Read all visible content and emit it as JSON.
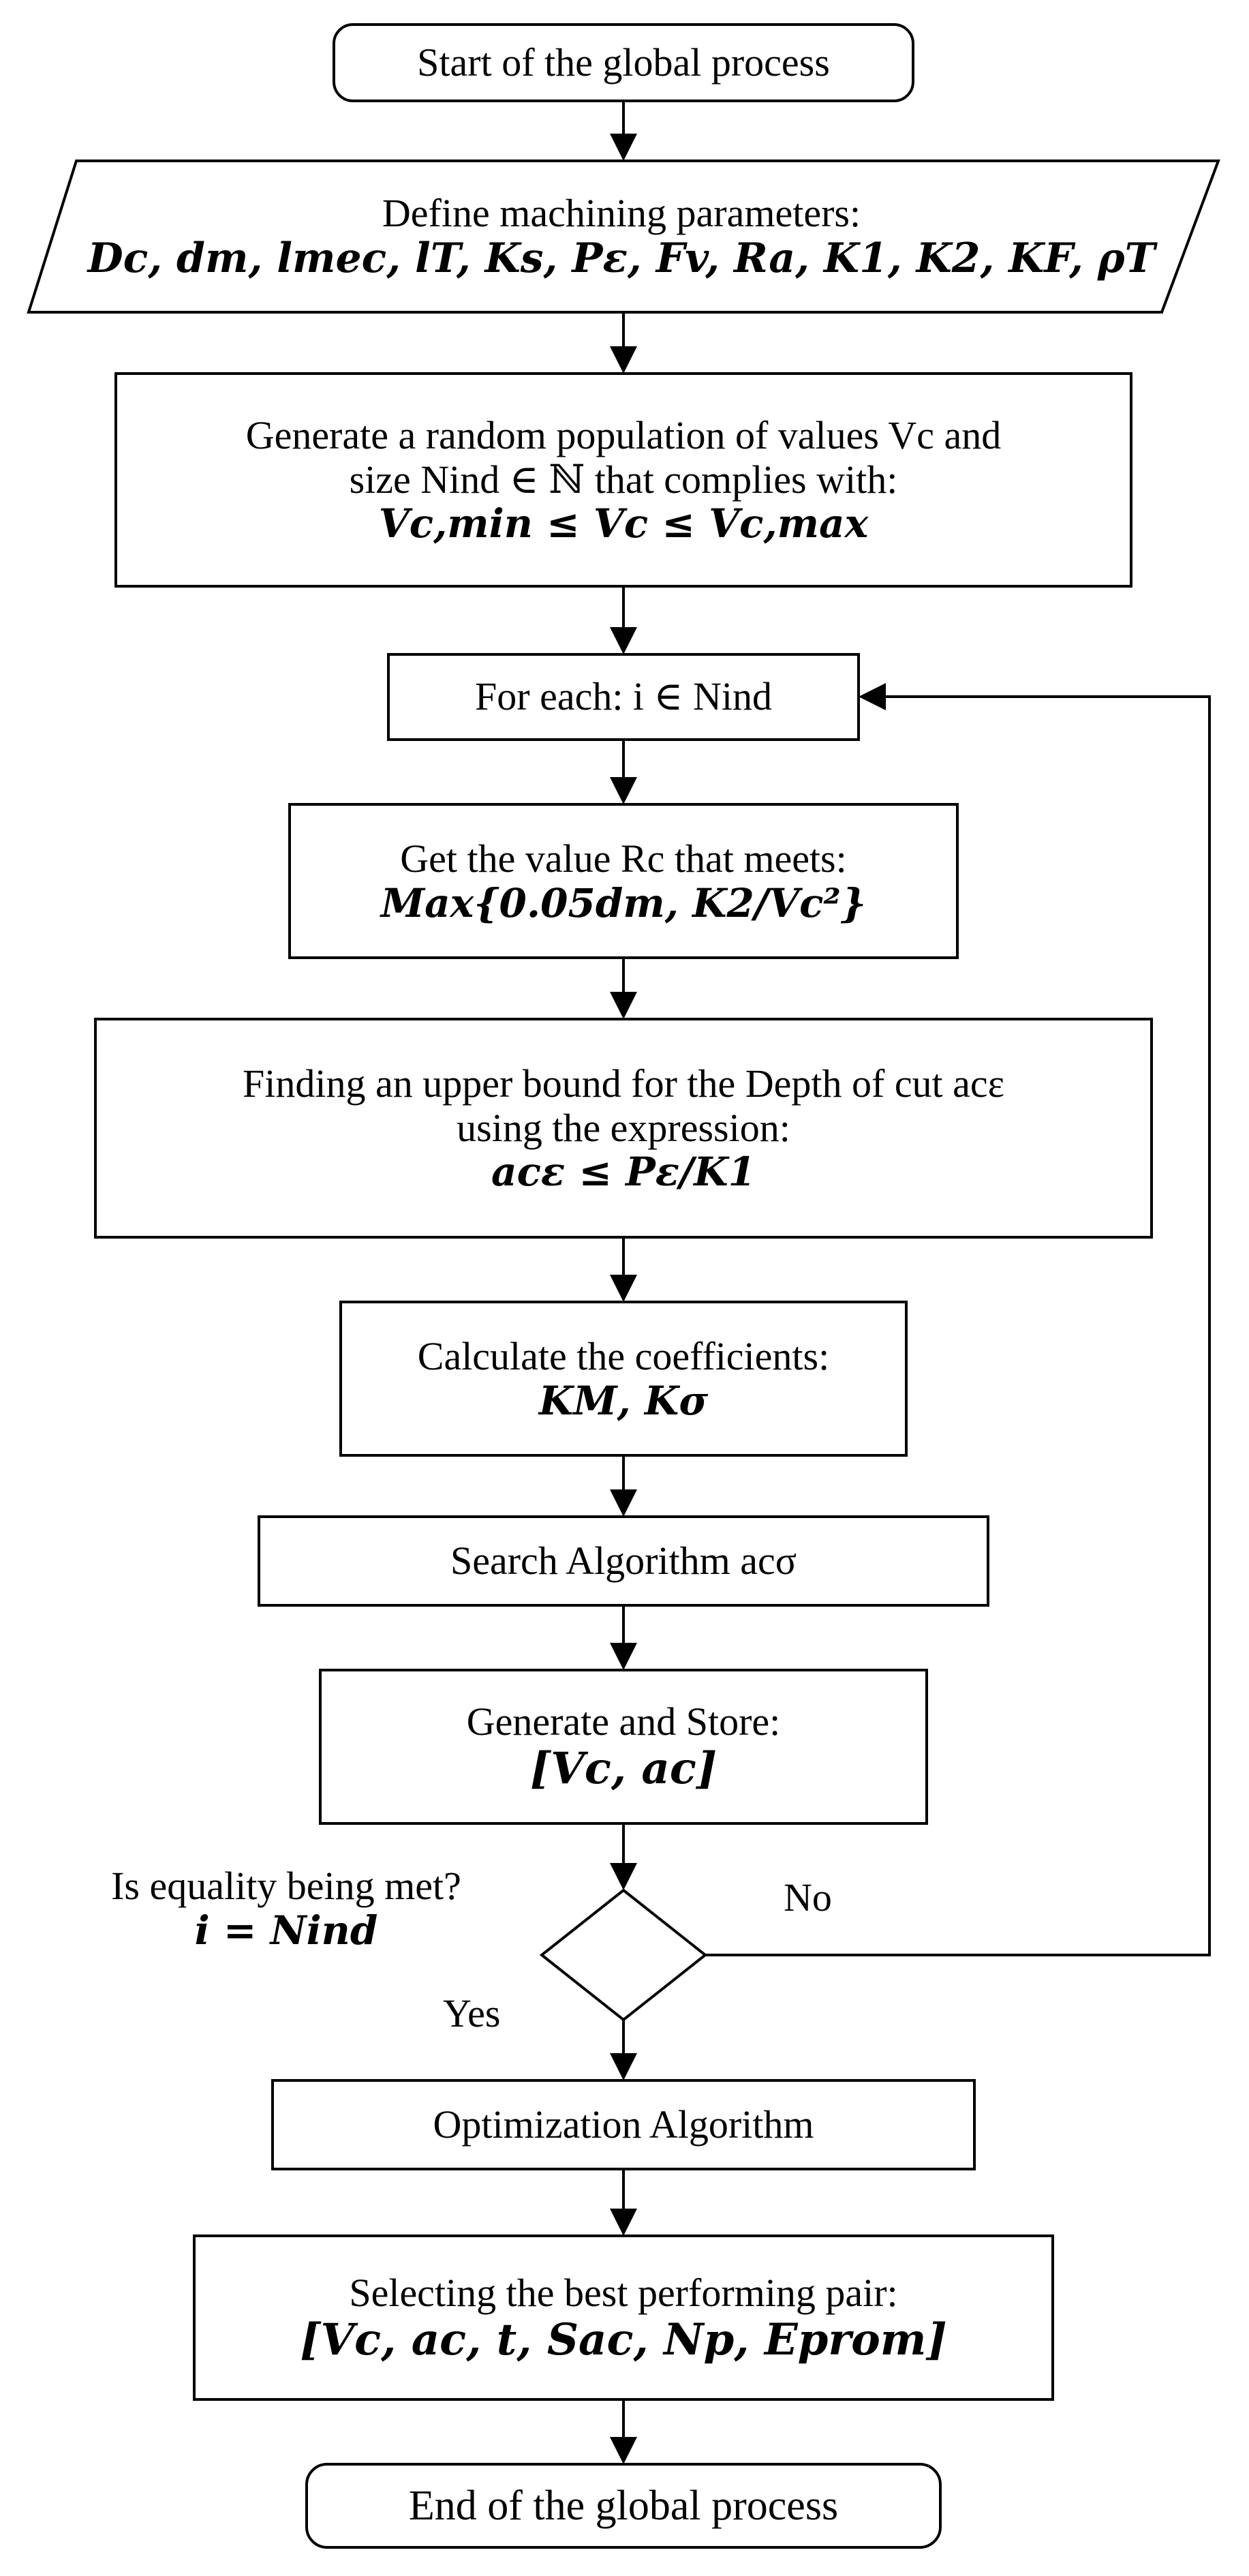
{
  "start": "Start of the global process",
  "define_label": "Define machining parameters:",
  "define_params": "Dc, dm, lmec, lT, Ks, Pε, Fv, Ra, K1, K2, KF, ρT",
  "generate_line1": "Generate a random population of values Vc and",
  "generate_line2": "size Nind ∈ ℕ that complies with:",
  "generate_line3": "Vc,min ≤ Vc ≤ Vc,max",
  "for_each": "For each: i ∈ Nind",
  "getvalue_line1": "Get the value Rc that meets:",
  "getvalue_line2": "Max{0.05dm, K2/Vc²}",
  "upper_line1": "Finding an upper bound for the Depth of cut acε",
  "upper_line2": "using the expression:",
  "upper_line3": "acε ≤ Pε/K1",
  "coef_line1": "Calculate the coefficients:",
  "coef_line2": "KM, Kσ",
  "search": "Search Algorithm acσ",
  "store_line1": "Generate and Store:",
  "store_line2": "[Vc, ac]",
  "decision_question": "Is equality being met?",
  "decision_condition": "i = Nind",
  "no_label": "No",
  "yes_label": "Yes",
  "optimization": "Optimization Algorithm",
  "select_line1": "Selecting the best performing pair:",
  "select_line2": "[Vc, ac, t, Sac, Np, Eprom]",
  "end": "End of the global process"
}
